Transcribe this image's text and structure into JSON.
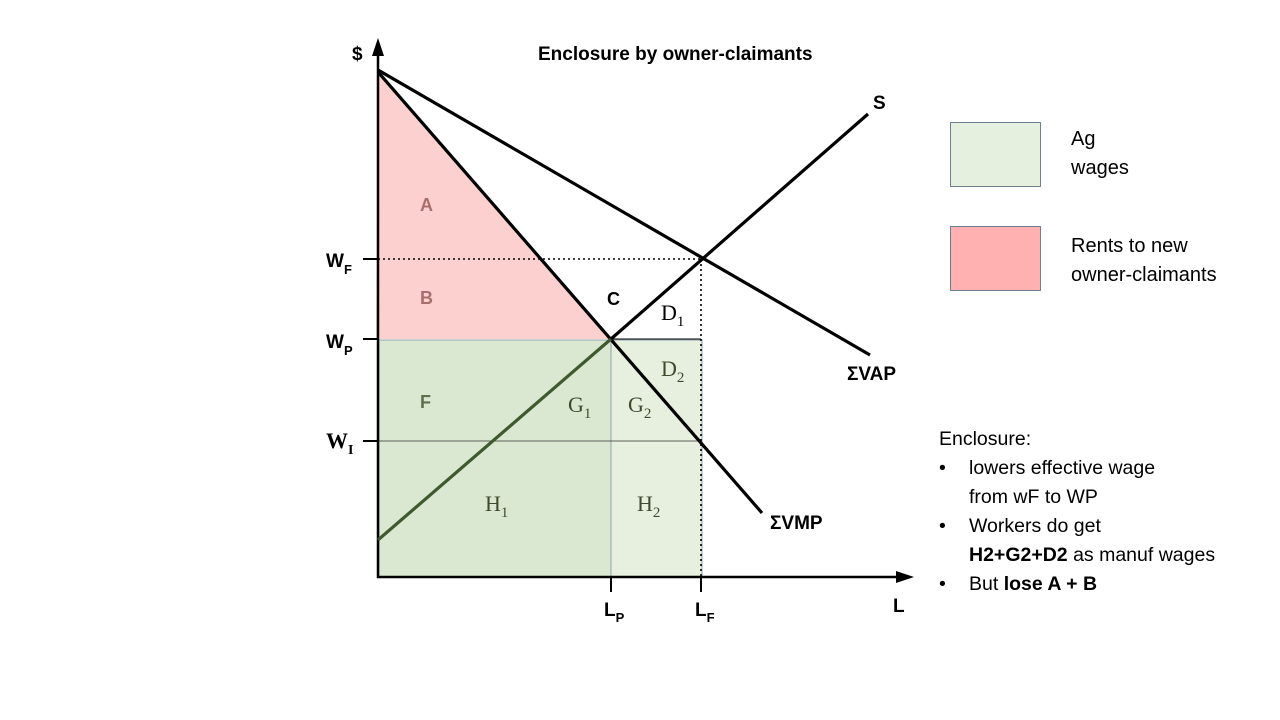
{
  "title": "Enclosure by owner-claimants",
  "colors": {
    "ag_wages_fill": "#dbe8d1",
    "ag_wages_light_fill": "#e7f0df",
    "rents_fill": "#fdd0d0",
    "lines": "#000000",
    "supply_overlap": "#3f5a2e"
  },
  "axes": {
    "y_label": "$",
    "x_label": "L",
    "y_ticks": [
      {
        "main": "W",
        "sub": "F"
      },
      {
        "main": "W",
        "sub": "P"
      },
      {
        "main": "W",
        "sub": "I"
      }
    ],
    "x_ticks": [
      {
        "main": "L",
        "sub": "P"
      },
      {
        "main": "L",
        "sub": "F"
      }
    ]
  },
  "curves": {
    "supply": "S",
    "vap": "ΣVAP",
    "vmp": "ΣVMP"
  },
  "regions": {
    "a": "A",
    "b": "B",
    "c": "C",
    "f": "F",
    "d1": {
      "main": "D",
      "sub": "1"
    },
    "d2": {
      "main": "D",
      "sub": "2"
    },
    "g1": {
      "main": "G",
      "sub": "1"
    },
    "g2": {
      "main": "G",
      "sub": "2"
    },
    "h1": {
      "main": "H",
      "sub": "1"
    },
    "h2": {
      "main": "H",
      "sub": "2"
    }
  },
  "legend": [
    {
      "lines": [
        "Ag",
        "wages"
      ],
      "color": "#e6f0df"
    },
    {
      "lines": [
        "Rents to new",
        "owner-claimants"
      ],
      "color": "#ffb0b0"
    }
  ],
  "notes": {
    "heading": "Enclosure:",
    "items": [
      {
        "parts": [
          {
            "text": "lowers effective wage",
            "bold": false
          }
        ],
        "line2": [
          {
            "text": "from wF to WP",
            "bold": false
          }
        ]
      },
      {
        "parts": [
          {
            "text": "Workers do get",
            "bold": false
          }
        ],
        "line2": [
          {
            "text": "H2+G2+D2",
            "bold": true
          },
          {
            "text": " as manuf wages",
            "bold": false
          }
        ]
      },
      {
        "parts": [
          {
            "text": "But ",
            "bold": false
          },
          {
            "text": "lose A + B",
            "bold": true
          }
        ],
        "line2": []
      }
    ]
  }
}
